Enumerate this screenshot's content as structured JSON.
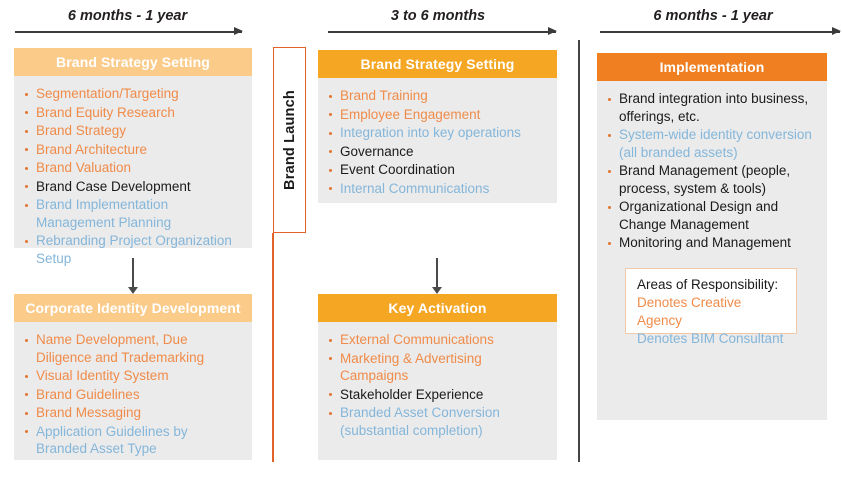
{
  "colors": {
    "header_phase1": "#FBCB8A",
    "header_phase2": "#F5A623",
    "header_phase3": "#F07F22",
    "box_body": "#EBEBEB",
    "role_creative_agency": "#F08B49",
    "role_bim_consultant": "#84B6DA",
    "role_client": "#1A1A1A",
    "brand_launch_border": "#E2622A",
    "phase_divider": "#444444"
  },
  "timeline": [
    {
      "label": "6 months - 1 year"
    },
    {
      "label": "3 to 6 months"
    },
    {
      "label": "6 months - 1 year"
    }
  ],
  "brand_launch": {
    "label": "Brand Launch"
  },
  "phases": [
    {
      "boxes": [
        {
          "title": "Brand Strategy Setting",
          "items": [
            {
              "text": "Segmentation/Targeting",
              "role": "creative"
            },
            {
              "text": "Brand Equity Research",
              "role": "creative"
            },
            {
              "text": "Brand Strategy",
              "role": "creative"
            },
            {
              "text": "Brand Architecture",
              "role": "creative"
            },
            {
              "text": "Brand Valuation",
              "role": "creative"
            },
            {
              "text": "Brand Case Development",
              "role": "client"
            },
            {
              "text": "Brand Implementation Management Planning",
              "role": "bim"
            },
            {
              "text": "Rebranding Project Organization Setup",
              "role": "bim"
            }
          ]
        },
        {
          "title": "Corporate Identity Development",
          "items": [
            {
              "text": "Name Development, Due Diligence and Trademarking",
              "role": "creative"
            },
            {
              "text": "Visual Identity System",
              "role": "creative"
            },
            {
              "text": "Brand Guidelines",
              "role": "creative"
            },
            {
              "text": "Brand Messaging",
              "role": "creative"
            },
            {
              "text": "Application Guidelines by Branded Asset Type",
              "role": "bim"
            }
          ]
        }
      ]
    },
    {
      "boxes": [
        {
          "title": "Brand Strategy Setting",
          "items": [
            {
              "text": "Brand Training",
              "role": "creative"
            },
            {
              "text": "Employee Engagement",
              "role": "creative"
            },
            {
              "text": "Integration into key operations",
              "role": "bim"
            },
            {
              "text": "Governance",
              "role": "client"
            },
            {
              "text": "Event Coordination",
              "role": "client"
            },
            {
              "text": "Internal Communications",
              "role": "bim"
            }
          ]
        },
        {
          "title": "Key Activation",
          "items": [
            {
              "text": "External Communications",
              "role": "creative"
            },
            {
              "text": "Marketing & Advertising Campaigns",
              "role": "creative"
            },
            {
              "text": "Stakeholder Experience",
              "role": "client"
            },
            {
              "text": "Branded Asset Conversion (substantial completion)",
              "role": "bim"
            }
          ]
        }
      ]
    },
    {
      "boxes": [
        {
          "title": "Implementation",
          "items": [
            {
              "text": "Brand integration into business, offerings, etc.",
              "role": "client"
            },
            {
              "text": "System-wide identity conversion (all branded assets)",
              "role": "bim"
            },
            {
              "text": "Brand Management (people, process, system & tools)",
              "role": "client"
            },
            {
              "text": "Organizational Design and Change Management",
              "role": "client"
            },
            {
              "text": "Monitoring and Management",
              "role": "client"
            }
          ]
        }
      ]
    }
  ],
  "legend": {
    "title": "Areas of Responsibility:",
    "entries": [
      {
        "text": "Denotes Creative Agency",
        "role": "creative"
      },
      {
        "text": "Denotes BIM Consultant",
        "role": "bim"
      }
    ]
  }
}
